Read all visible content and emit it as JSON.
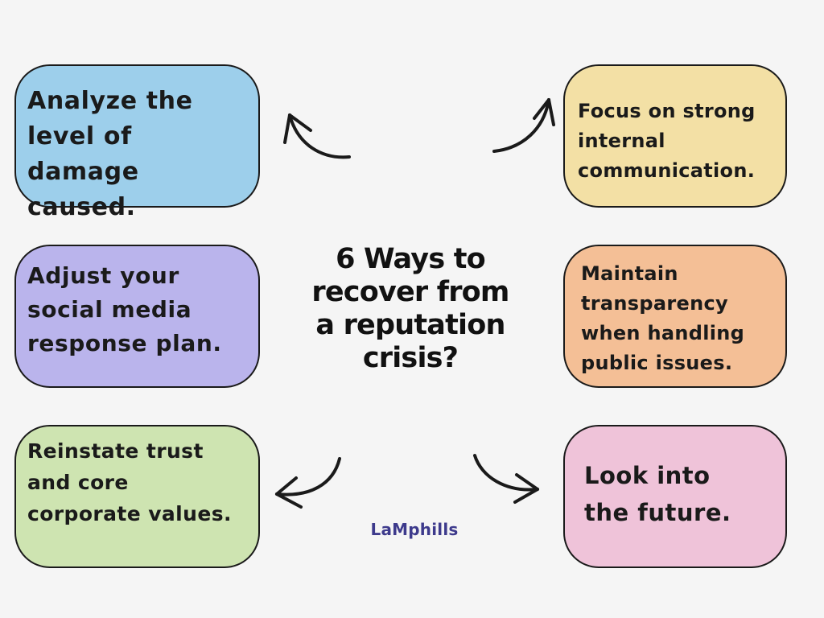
{
  "title": "6 Ways to\nrecover from\na reputation\ncrisis?",
  "cards": [
    {
      "text": "Analyze the\nlevel of damage\ncaused.",
      "color": "#9dcfeb"
    },
    {
      "text": "Adjust your\nsocial media\nresponse plan.",
      "color": "#bab4ec"
    },
    {
      "text": "Reinstate trust\nand core\ncorporate values.",
      "color": "#cee4b1"
    },
    {
      "text": "Focus on strong\ninternal\ncommunication.",
      "color": "#f3e0a5"
    },
    {
      "text": "Maintain\ntransparency\nwhen handling\npublic issues.",
      "color": "#f4bf96"
    },
    {
      "text": "Look into\nthe future.",
      "color": "#efc3d9"
    }
  ],
  "brand": "LaMphills",
  "colors": {
    "background": "#f5f5f5",
    "text": "#1a1a1a",
    "brand": "#3d3a8c"
  }
}
